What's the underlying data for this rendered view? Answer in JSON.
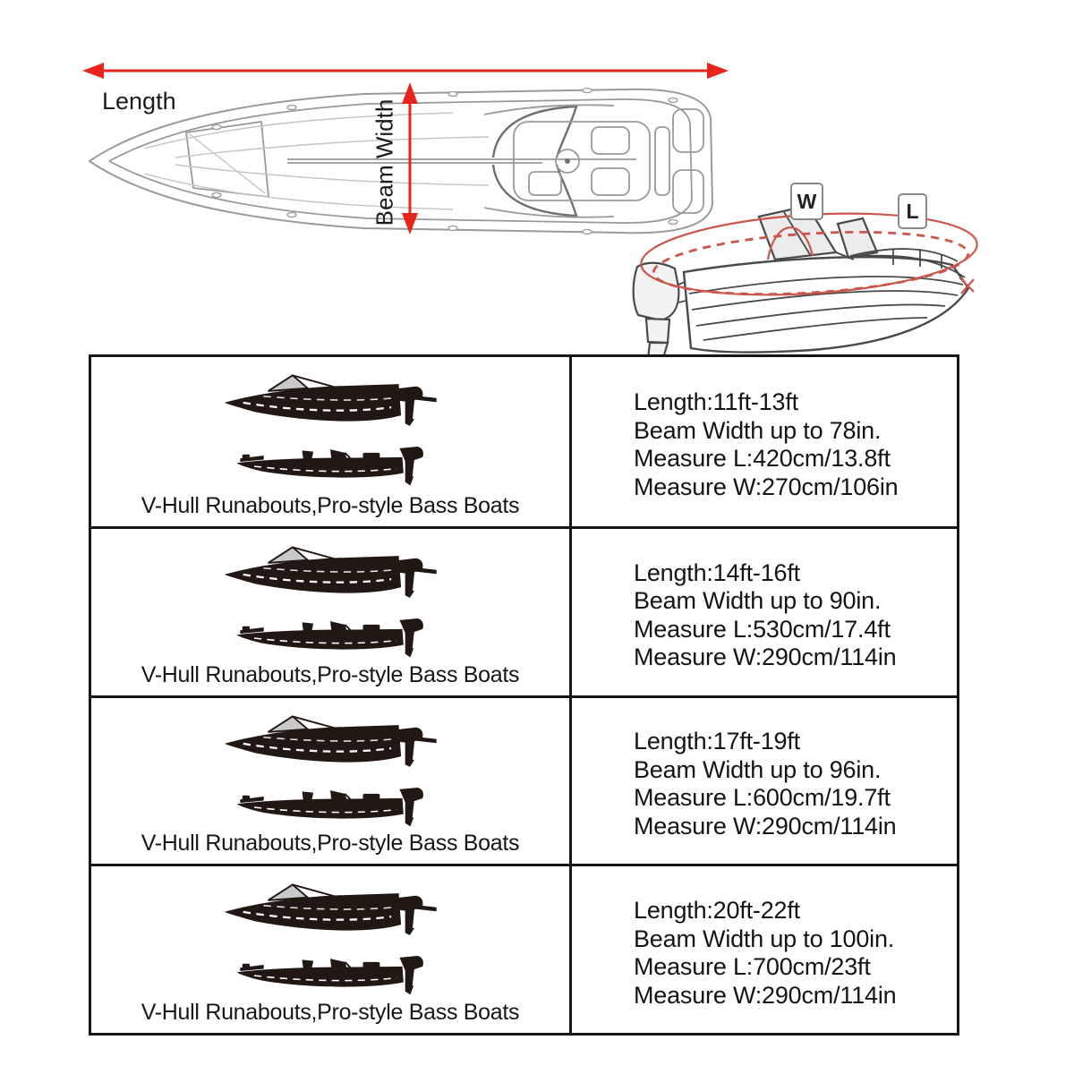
{
  "colors": {
    "arrow_red": "#e8251d",
    "cover_red": "#cc564a",
    "silhouette": "#221813",
    "line_art": "#9a9a9a",
    "table_border": "#161616"
  },
  "diagram": {
    "length_label": "Length",
    "beam_width_label": "Beam Width",
    "cover_w_label": "W",
    "cover_l_label": "L"
  },
  "table": {
    "rows": [
      {
        "caption": "V-Hull Runabouts,Pro-style Bass Boats",
        "length": "Length:11ft-13ft",
        "beam_width": "Beam Width up to 78in.",
        "measure_l": "Measure L:420cm/13.8ft",
        "measure_w": "Measure W:270cm/106in"
      },
      {
        "caption": "V-Hull Runabouts,Pro-style Bass Boats",
        "length": "Length:14ft-16ft",
        "beam_width": "Beam Width up to 90in.",
        "measure_l": "Measure L:530cm/17.4ft",
        "measure_w": "Measure W:290cm/114in"
      },
      {
        "caption": "V-Hull Runabouts,Pro-style Bass Boats",
        "length": "Length:17ft-19ft",
        "beam_width": "Beam Width up to 96in.",
        "measure_l": "Measure L:600cm/19.7ft",
        "measure_w": "Measure W:290cm/114in"
      },
      {
        "caption": "V-Hull Runabouts,Pro-style Bass Boats",
        "length": "Length:20ft-22ft",
        "beam_width": "Beam Width up to 100in.",
        "measure_l": "Measure L:700cm/23ft",
        "measure_w": "Measure W:290cm/114in"
      }
    ]
  }
}
